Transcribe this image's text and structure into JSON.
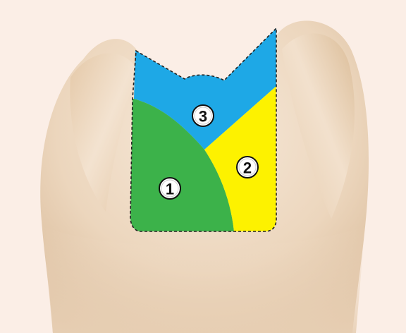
{
  "zones": [
    {
      "number": "1",
      "color": "#3cb24a"
    },
    {
      "number": "2",
      "color": "#fdf200"
    },
    {
      "number": "3",
      "color": "#1ea8e6"
    }
  ],
  "colors": {
    "background": "#fbeee6",
    "tooth_light": "#f6e6d5",
    "tooth_mid": "#e7cdb1",
    "tooth_dark": "#c9a47f",
    "outline": "#222222",
    "badge_fill": "#ffffff",
    "badge_stroke": "#111111"
  }
}
